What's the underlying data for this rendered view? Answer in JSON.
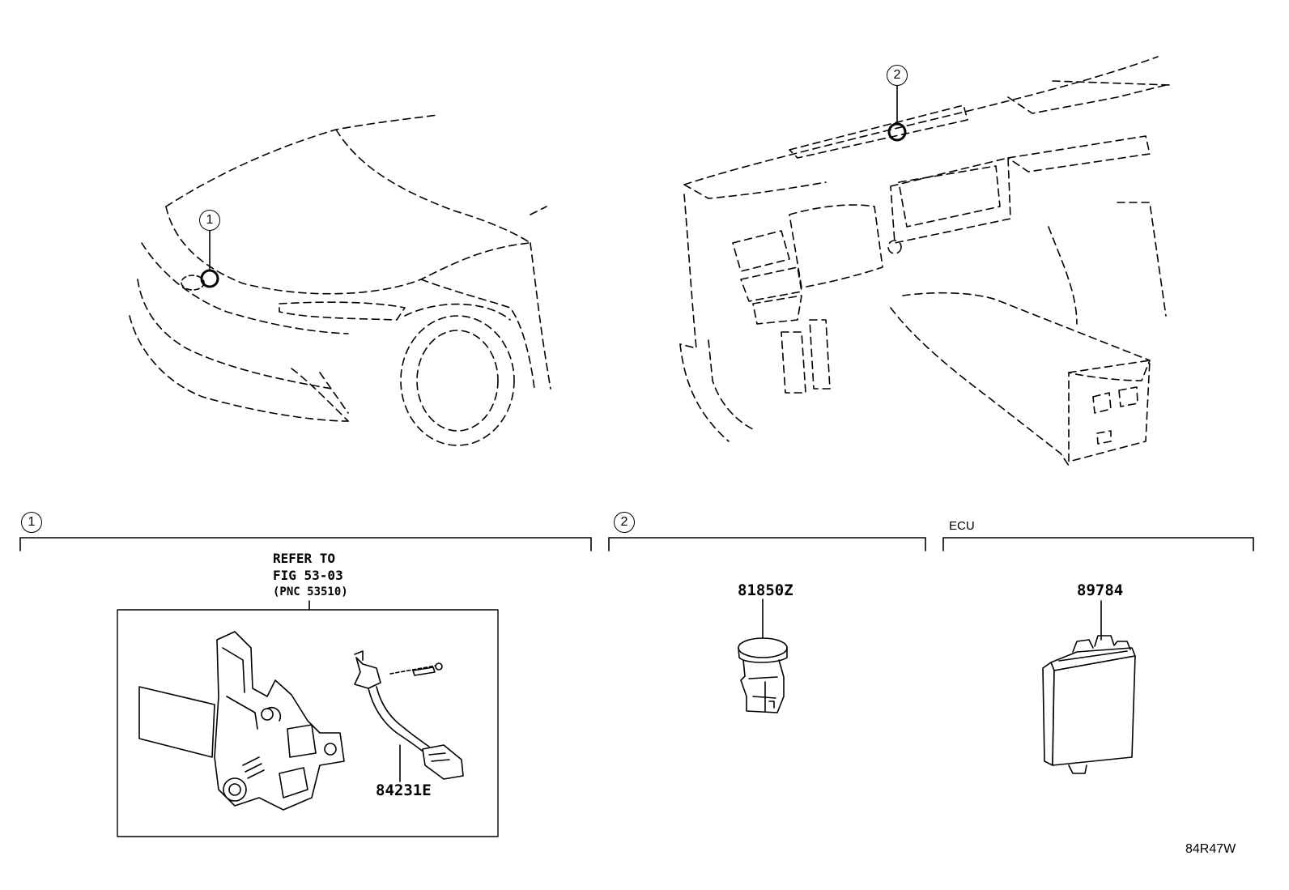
{
  "callouts": {
    "one": "1",
    "two": "2"
  },
  "sections": {
    "ecu_label": "ECU"
  },
  "reference_note": {
    "line1": "REFER TO",
    "line2": "FIG 53-03",
    "line3": "(PNC 53510)"
  },
  "parts": {
    "hood_switch": "84231E",
    "sensor": "81850Z",
    "ecu": "89784"
  },
  "illustration_code": "84R47W"
}
